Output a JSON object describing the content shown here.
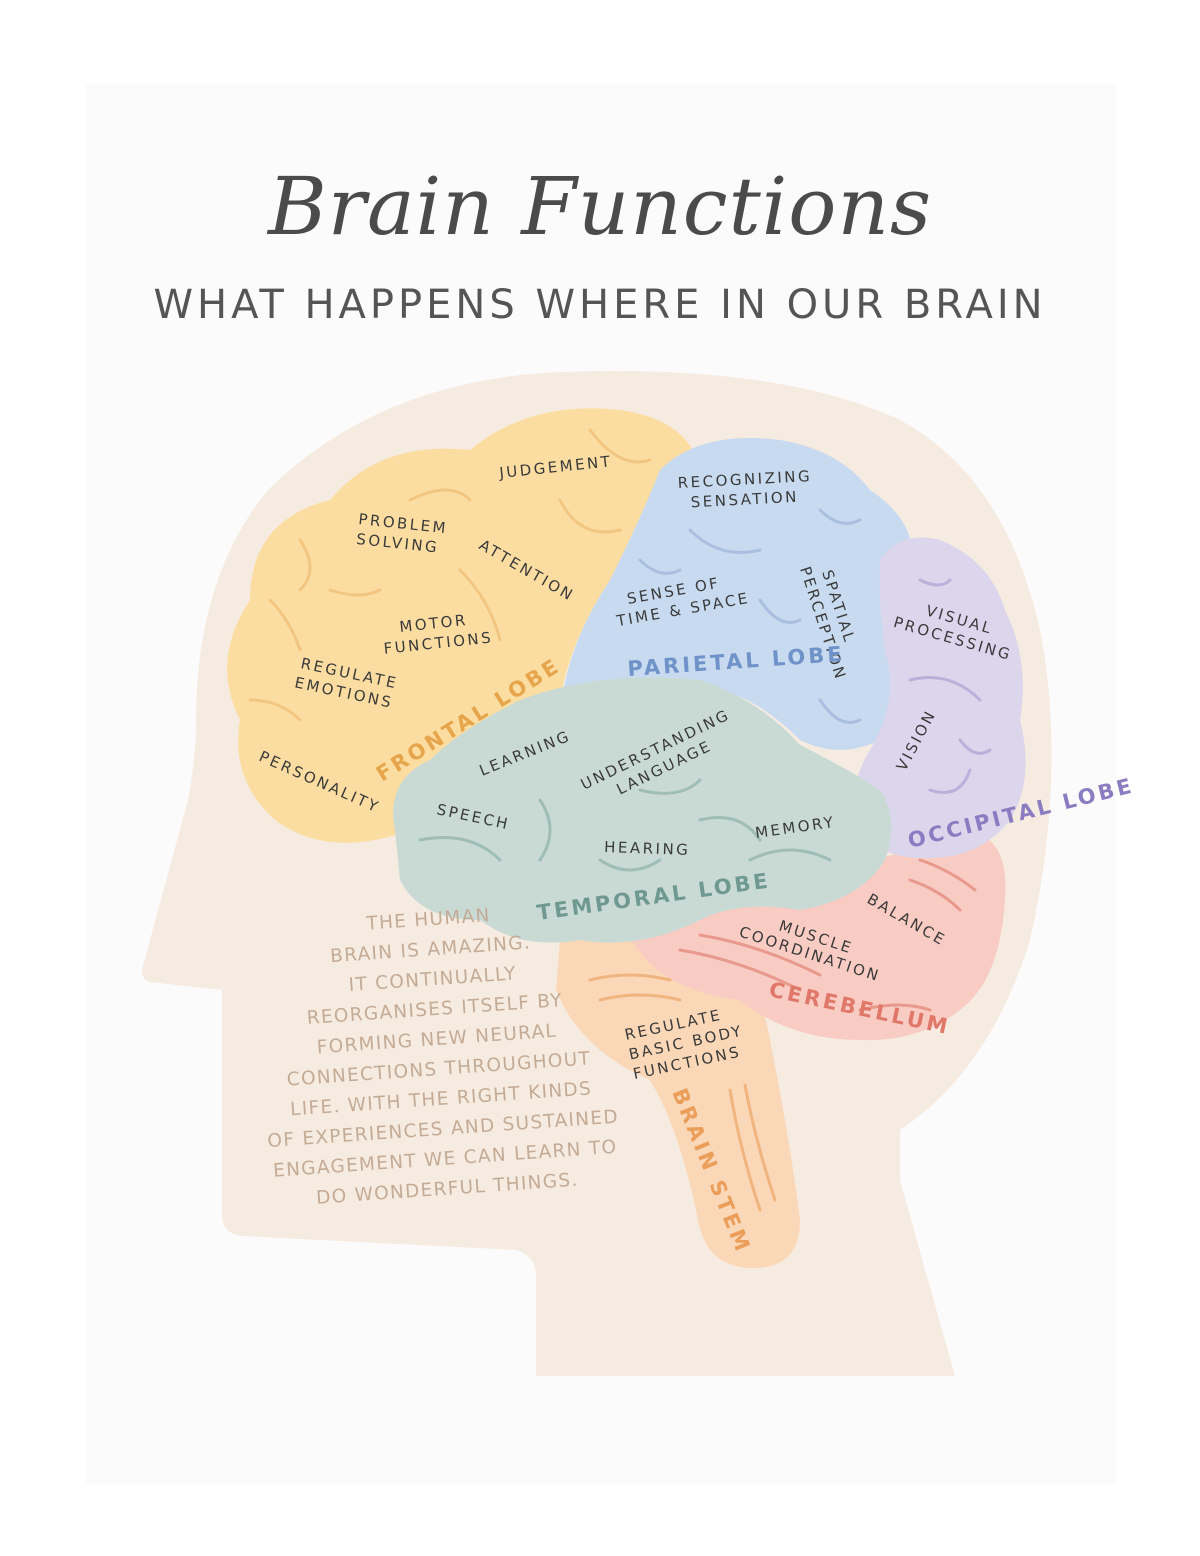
{
  "title": "Brain Functions",
  "subtitle": "WHAT HAPPENS WHERE IN OUR BRAIN",
  "colors": {
    "frontal": "#fcdda1",
    "parietal": "#c8daef",
    "occipital": "#dcd6ec",
    "temporal": "#c9dad5",
    "cerebellum": "#f8cbc3",
    "brain_stem": "#fad7b7",
    "head": "#f6ebe0"
  },
  "lobes": {
    "frontal": "FRONTAL LOBE",
    "parietal": "PARIETAL LOBE",
    "occipital": "OCCIPITAL LOBE",
    "temporal": "TEMPORAL LOBE",
    "cerebellum": "CEREBELLUM",
    "brain_stem": "BRAIN STEM"
  },
  "functions": {
    "judgement": "JUDGEMENT",
    "problem_solving": [
      "PROBLEM",
      "SOLVING"
    ],
    "attention": "ATTENTION",
    "motor_functions": [
      "MOTOR",
      "FUNCTIONS"
    ],
    "regulate_emotions": [
      "REGULATE",
      "EMOTIONS"
    ],
    "personality": "PERSONALITY",
    "recognizing_sensation": [
      "RECOGNIZING",
      "SENSATION"
    ],
    "sense_of_time_space": [
      "SENSE OF",
      "TIME & SPACE"
    ],
    "spatial_perception": [
      "SPATIAL",
      "PERCEPTION"
    ],
    "visual_processing": [
      "VISUAL",
      "PROCESSING"
    ],
    "vision": "VISION",
    "learning": "LEARNING",
    "understanding_language": [
      "UNDERSTANDING",
      "LANGUAGE"
    ],
    "speech": "SPEECH",
    "hearing": "HEARING",
    "memory": "MEMORY",
    "balance": "BALANCE",
    "muscle_coordination": [
      "MUSCLE",
      "COORDINATION"
    ],
    "regulate_basic_body_functions": [
      "REGULATE",
      "BASIC BODY",
      "FUNCTIONS"
    ]
  },
  "blurb": [
    "THE HUMAN",
    "BRAIN IS AMAZING.",
    "IT CONTINUALLY",
    "REORGANISES ITSELF BY",
    "FORMING NEW NEURAL",
    "CONNECTIONS THROUGHOUT",
    "LIFE. WITH THE RIGHT KINDS",
    "OF EXPERIENCES AND SUSTAINED",
    "ENGAGEMENT WE CAN LEARN TO",
    "DO WONDERFUL THINGS."
  ]
}
